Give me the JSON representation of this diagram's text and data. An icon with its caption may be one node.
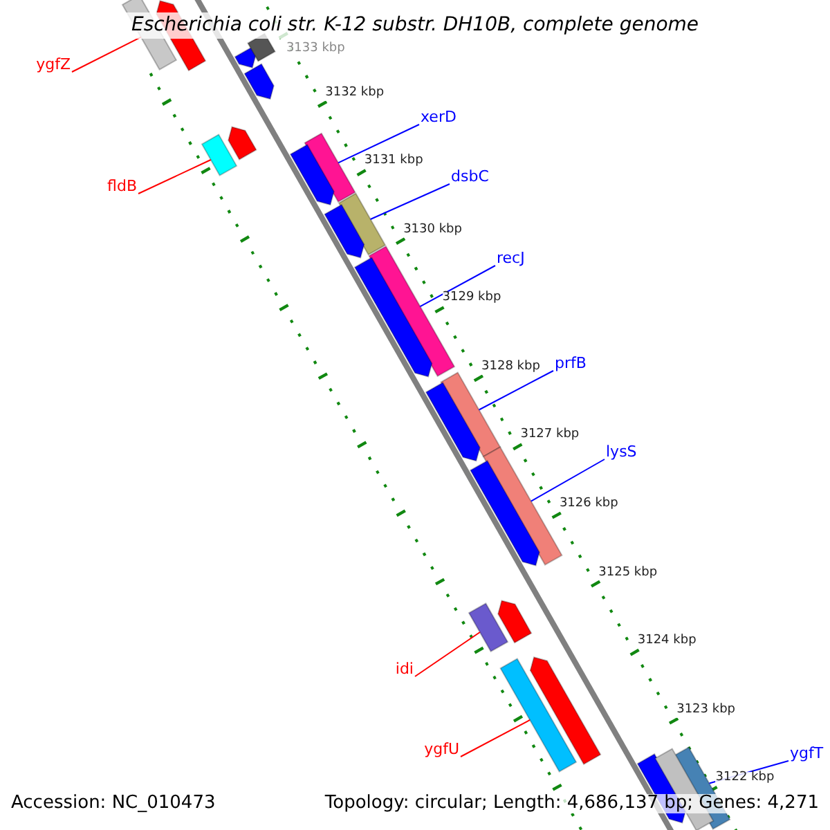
{
  "diagram": {
    "title": "Escherichia coli str. K-12 substr. DH10B, complete genome",
    "nodes": [
      {
        "text": [
          "ygfZ"
        ]
      },
      {
        "text": [
          "xerD"
        ]
      },
      {
        "text": [
          "dsbC"
        ]
      },
      {
        "text": [
          "fldB"
        ]
      },
      {
        "text": [
          "recJ"
        ]
      },
      {
        "text": [
          "prfB"
        ]
      },
      {
        "text": [
          "lysS"
        ]
      },
      {
        "text": [
          "idi"
        ]
      },
      {
        "text": [
          "ygfT"
        ]
      },
      {
        "text": [
          "ygfU"
        ]
      },
      {
        "text": [],
        "shape": "bar"
      },
      {
        "text": [],
        "shape": "bar"
      },
      {
        "text": [],
        "shape": "bar"
      },
      {
        "text": [],
        "shape": "bar"
      },
      {
        "text": [],
        "shape": "bar"
      },
      {
        "text": [],
        "shape": "bar"
      },
      {
        "text": [],
        "shape": "bar"
      },
      {
        "text": [],
        "shape": "bar"
      },
      {
        "text": [],
        "shape": "bar"
      },
      {
        "text": [],
        "shape": "bar"
      },
      {
        "text": [],
        "shape": "bar"
      },
      {
        "text": [],
        "shape": "bar"
      },
      {
        "text": [],
        "shape": "bar"
      },
      {
        "text": [],
        "shape": "bar"
      },
      {
        "text": [],
        "shape": "bar"
      },
      {
        "text": [],
        "shape": "bar"
      },
      {
        "text": [],
        "shape": "bar"
      },
      {
        "text": [],
        "shape": "bar"
      },
      {
        "text": [],
        "shape": "bar"
      },
      {
        "text": [],
        "shape": "bar"
      },
      {
        "text": [],
        "shape": "bar"
      },
      {
        "text": [],
        "shape": "bar"
      },
      {
        "text": [],
        "shape": "bar"
      },
      {
        "text": [],
        "shape": "bar"
      }
    ],
    "edges": [
      {
        "from": 0,
        "to": 10,
        "arrow": "none",
        "color": "#ff0000"
      },
      {
        "from": 1,
        "to": 11,
        "arrow": "none"
      },
      {
        "from": 2,
        "to": 12,
        "arrow": "none"
      },
      {
        "from": 3,
        "to": 13,
        "arrow": "none",
        "color": "#ff0000"
      },
      {
        "from": 4,
        "to": 14,
        "arrow": "none"
      },
      {
        "from": 5,
        "to": 15,
        "arrow": "none"
      },
      {
        "from": 6,
        "to": 16,
        "arrow": "none"
      },
      {
        "from": 7,
        "to": 17,
        "arrow": "none",
        "color": "#ff0000"
      },
      {
        "from": 8,
        "to": 18,
        "arrow": "none"
      },
      {
        "from": 9,
        "to": 19,
        "arrow": "none",
        "color": "#ff0000"
      }
    ],
    "labels": [
      "3133 kbp",
      "3132 kbp",
      "3131 kbp",
      "3130 kbp",
      "3129 kbp",
      "3128 kbp",
      "3127 kbp",
      "3126 kbp",
      "3125 kbp",
      "3124 kbp",
      "3123 kbp",
      "3122 kbp",
      "Accession: NC_010473",
      "Topology: circular; Length: 4,686,137 bp; Genes: 4,271"
    ]
  }
}
